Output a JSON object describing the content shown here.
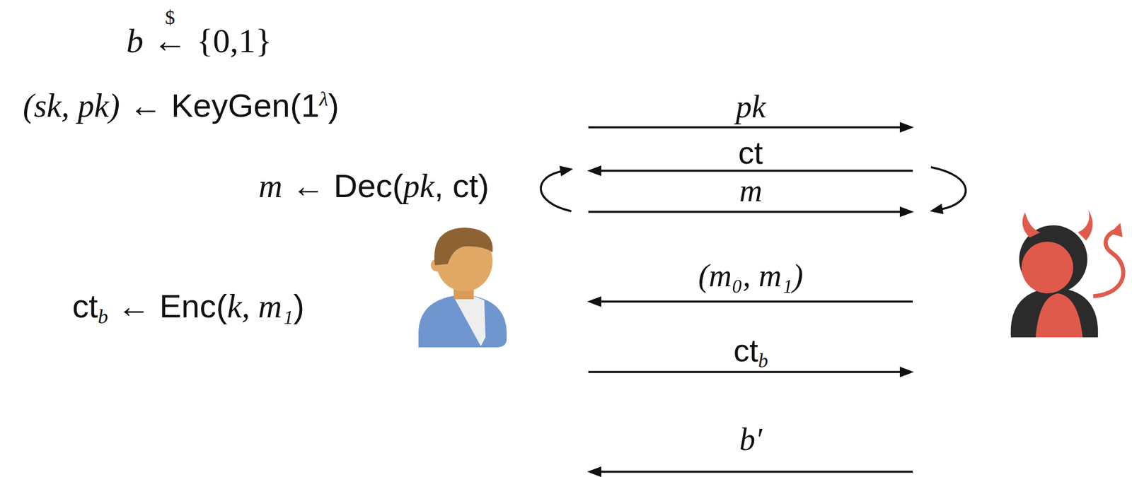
{
  "diagram": {
    "labels": [
      "b",
      "$",
      "←",
      "{0,1}",
      "(sk, pk)",
      "←",
      "KeyGen(1",
      "λ",
      ")",
      "pk",
      "ct",
      "m",
      "←",
      "Dec(",
      "pk",
      ", ct)",
      "m",
      "(m₀, m₁)",
      "ct",
      "b",
      "←",
      "Enc(",
      "k, m₁",
      ")",
      "ct",
      "b",
      "b′"
    ]
  }
}
